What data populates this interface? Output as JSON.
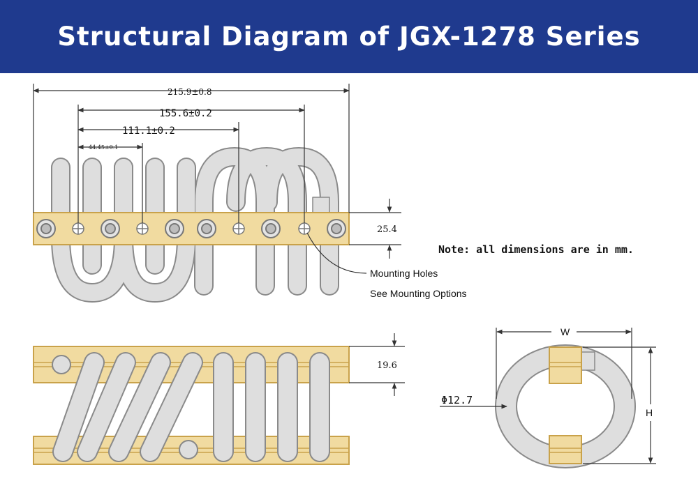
{
  "banner": {
    "title": "Structural Diagram of JGX-1278 Series"
  },
  "dimensions": {
    "overall_length": "215.9±0.8",
    "span_outer_holes": "155.6±0.2",
    "span_inner_holes": "111.1±0.2",
    "hole_pitch": "44.45±0.1",
    "top_bar_height": "25.4",
    "side_bar_height": "19.6",
    "wire_diameter": "Φ12.7",
    "width_label": "W",
    "height_label": "H"
  },
  "callout": {
    "line1": "Mounting Holes",
    "line2": "See Mounting Options"
  },
  "note": "Note: all dimensions are in mm.",
  "colors": {
    "banner": "#1f3a8e",
    "bar": "#f1dba0",
    "bar_edge": "#c9a24a",
    "coil": "#dedede",
    "coil_edge": "#888888",
    "dim_line": "#333333"
  }
}
